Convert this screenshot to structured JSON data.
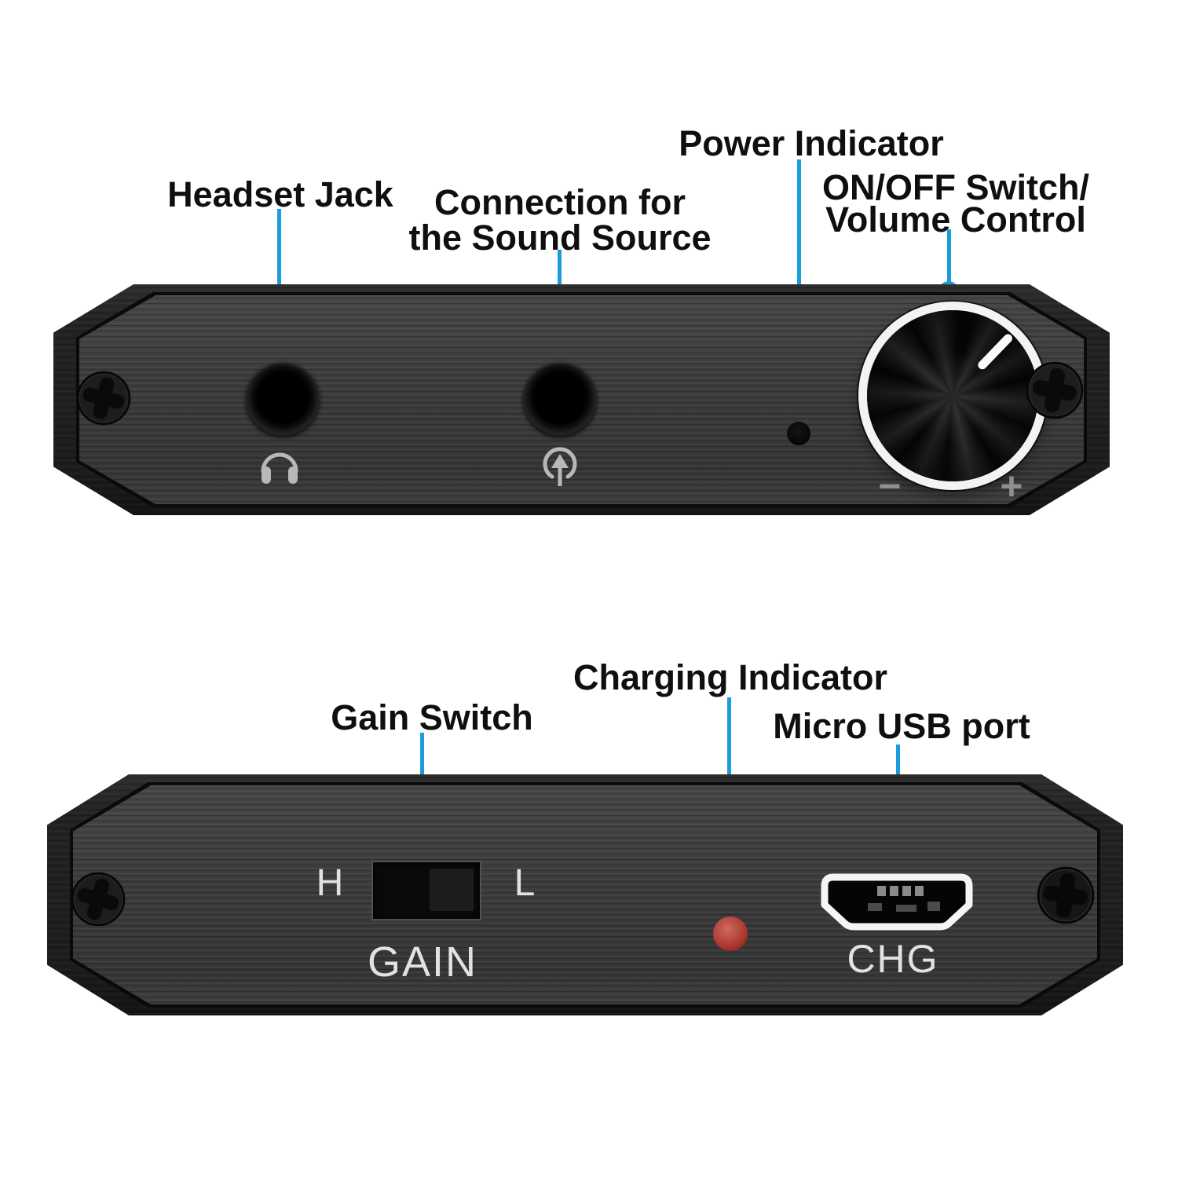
{
  "accent_color": "#1B9DDB",
  "labels": {
    "headset_jack": "Headset Jack",
    "connection_line1": "Connection for",
    "connection_line2": "the Sound Source",
    "power_indicator": "Power Indicator",
    "onoff_line1": "ON/OFF Switch/",
    "onoff_line2": "Volume Control",
    "gain_switch": "Gain Switch",
    "charging_indicator": "Charging Indicator",
    "micro_usb": "Micro USB port"
  },
  "front_panel": {
    "volume_minus": "−",
    "volume_plus": "+",
    "icons": {
      "headset_jack": "headphones-icon",
      "sound_source": "arrow-up-circle-icon"
    }
  },
  "back_panel": {
    "gain_high": "H",
    "gain_low": "L",
    "gain_label": "GAIN",
    "charge_label": "CHG",
    "charging_led_color": "#A83329"
  }
}
